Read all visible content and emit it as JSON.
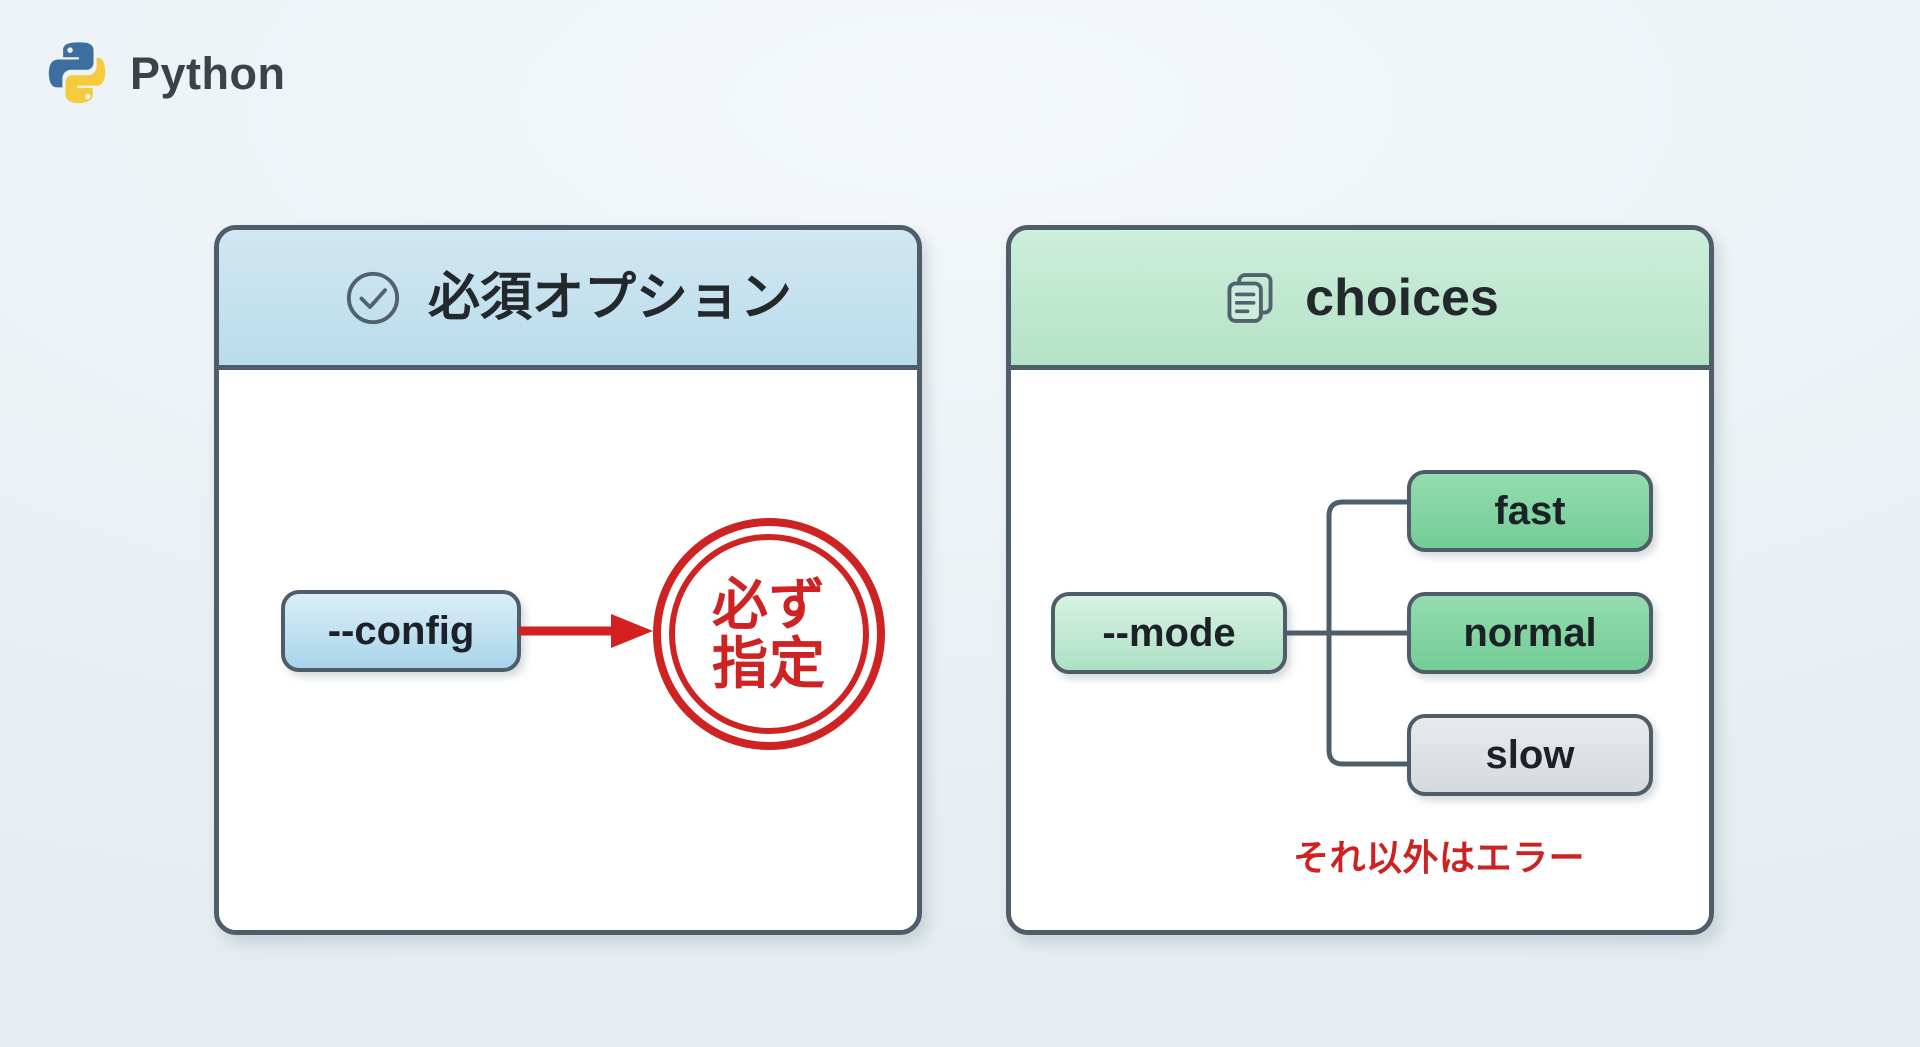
{
  "brand": {
    "name": "Python",
    "logo_icon": "python-logo-icon",
    "logo_colors": {
      "blue": "#3c6e9f",
      "yellow": "#f5ca3b"
    }
  },
  "theme": {
    "background": "#eef3f5",
    "border": "#4e5d69",
    "blue_header": "#b9dcec",
    "green_header": "#b4e2c6",
    "accent_red": "#cf2222",
    "green_chip": "#74cd95",
    "grey_chip": "#d6dadd"
  },
  "cards": {
    "required": {
      "header": {
        "icon": "check-circle-icon",
        "title": "必須オプション"
      },
      "option_chip": "--config",
      "arrow_icon": "arrow-right-icon",
      "stamp": {
        "line1": "必ず",
        "line2": "指定"
      }
    },
    "choices": {
      "header": {
        "icon": "documents-copy-icon",
        "title": "choices"
      },
      "option_chip": "--mode",
      "values": [
        {
          "label": "fast",
          "style": "green"
        },
        {
          "label": "normal",
          "style": "green"
        },
        {
          "label": "slow",
          "style": "grey"
        }
      ],
      "note": "それ以外はエラー"
    }
  }
}
